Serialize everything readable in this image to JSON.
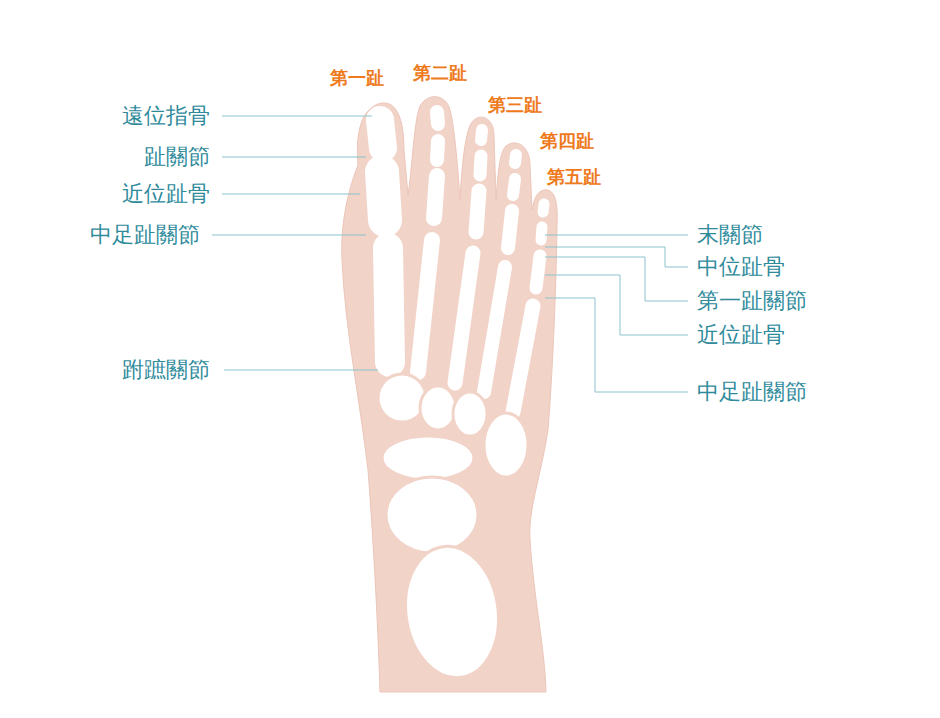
{
  "diagram": {
    "labels": [
      "第一趾",
      "第二趾",
      "第三趾",
      "第四趾",
      "第五趾",
      "遠位指骨",
      "趾關節",
      "近位趾骨",
      "中足趾關節",
      "跗蹠關節",
      "末關節",
      "中位趾骨",
      "第一趾關節",
      "近位趾骨",
      "中足趾關節"
    ]
  }
}
